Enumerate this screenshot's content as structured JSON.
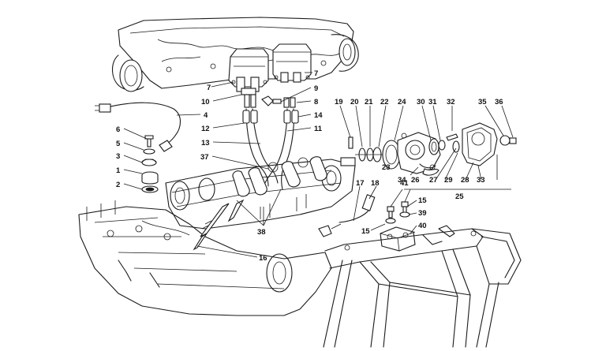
{
  "diagram": {
    "callouts": [
      {
        "id": "c7a",
        "label": "7"
      },
      {
        "id": "c7b",
        "label": "7"
      },
      {
        "id": "c9",
        "label": "9"
      },
      {
        "id": "c10",
        "label": "10"
      },
      {
        "id": "c8",
        "label": "8"
      },
      {
        "id": "c4",
        "label": "4"
      },
      {
        "id": "c14",
        "label": "14"
      },
      {
        "id": "c12",
        "label": "12"
      },
      {
        "id": "c11",
        "label": "11"
      },
      {
        "id": "c6",
        "label": "6"
      },
      {
        "id": "c5",
        "label": "5"
      },
      {
        "id": "c13",
        "label": "13"
      },
      {
        "id": "c3",
        "label": "3"
      },
      {
        "id": "c37",
        "label": "37"
      },
      {
        "id": "c1",
        "label": "1"
      },
      {
        "id": "c2",
        "label": "2"
      },
      {
        "id": "c19",
        "label": "19"
      },
      {
        "id": "c20",
        "label": "20"
      },
      {
        "id": "c21",
        "label": "21"
      },
      {
        "id": "c22",
        "label": "22"
      },
      {
        "id": "c24",
        "label": "24"
      },
      {
        "id": "c30",
        "label": "30"
      },
      {
        "id": "c31",
        "label": "31"
      },
      {
        "id": "c32",
        "label": "32"
      },
      {
        "id": "c35",
        "label": "35"
      },
      {
        "id": "c36",
        "label": "36"
      },
      {
        "id": "c23",
        "label": "23"
      },
      {
        "id": "c34",
        "label": "34"
      },
      {
        "id": "c26",
        "label": "26"
      },
      {
        "id": "c27",
        "label": "27"
      },
      {
        "id": "c29",
        "label": "29"
      },
      {
        "id": "c28",
        "label": "28"
      },
      {
        "id": "c33",
        "label": "33"
      },
      {
        "id": "c25",
        "label": "25"
      },
      {
        "id": "c17",
        "label": "17"
      },
      {
        "id": "c18",
        "label": "18"
      },
      {
        "id": "c41",
        "label": "41"
      },
      {
        "id": "c15a",
        "label": "15"
      },
      {
        "id": "c39",
        "label": "39"
      },
      {
        "id": "c15b",
        "label": "15"
      },
      {
        "id": "c40",
        "label": "40"
      },
      {
        "id": "c38",
        "label": "38"
      },
      {
        "id": "c16",
        "label": "16"
      }
    ]
  }
}
